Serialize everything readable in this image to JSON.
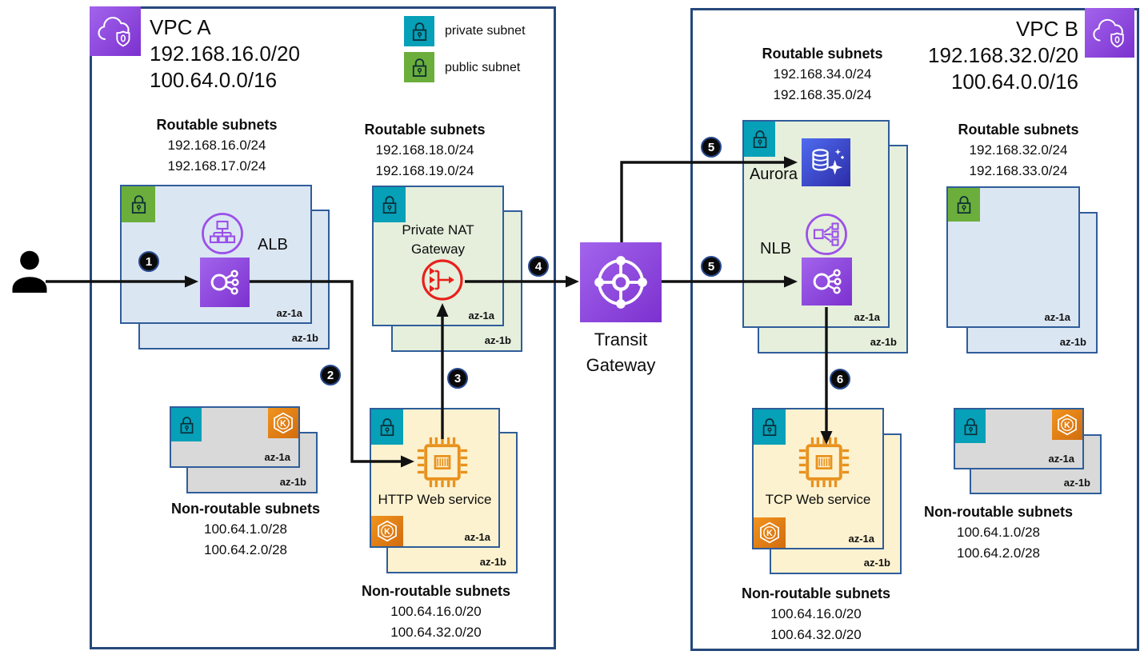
{
  "legend": {
    "private_label": "private subnet",
    "public_label": "public subnet"
  },
  "az": {
    "a": "az-1a",
    "b": "az-1b"
  },
  "steps": {
    "s1": "1",
    "s2": "2",
    "s3": "3",
    "s4": "4",
    "s5": "5",
    "s6": "6"
  },
  "vpc_a": {
    "title": "VPC A",
    "cidr1": "192.168.16.0/20",
    "cidr2": "100.64.0.0/16",
    "routable_left": {
      "heading": "Routable subnets",
      "cidr1": "192.168.16.0/24",
      "cidr2": "192.168.17.0/24"
    },
    "routable_right": {
      "heading": "Routable subnets",
      "cidr1": "192.168.18.0/24",
      "cidr2": "192.168.19.0/24"
    },
    "alb_label": "ALB",
    "nat_label_line1": "Private NAT",
    "nat_label_line2": "Gateway",
    "web_label": "HTTP Web service",
    "nonroutable_gray": {
      "heading": "Non-routable subnets",
      "cidr1": "100.64.1.0/28",
      "cidr2": "100.64.2.0/28"
    },
    "nonroutable_web": {
      "heading": "Non-routable subnets",
      "cidr1": "100.64.16.0/20",
      "cidr2": "100.64.32.0/20"
    }
  },
  "transit_gateway": {
    "label_line1": "Transit",
    "label_line2": "Gateway"
  },
  "vpc_b": {
    "title": "VPC B",
    "cidr1": "192.168.32.0/20",
    "cidr2": "100.64.0.0/16",
    "routable_services": {
      "heading": "Routable subnets",
      "cidr1": "192.168.34.0/24",
      "cidr2": "192.168.35.0/24"
    },
    "routable_empty": {
      "heading": "Routable subnets",
      "cidr1": "192.168.32.0/24",
      "cidr2": "192.168.33.0/24"
    },
    "aurora_label": "Aurora",
    "nlb_label": "NLB",
    "web_label": "TCP Web service",
    "nonroutable_web": {
      "heading": "Non-routable subnets",
      "cidr1": "100.64.16.0/20",
      "cidr2": "100.64.32.0/20"
    },
    "nonroutable_gray": {
      "heading": "Non-routable subnets",
      "cidr1": "100.64.1.0/28",
      "cidr2": "100.64.2.0/28"
    }
  },
  "colors": {
    "vpc_border": "#26487b",
    "private_subnet_teal": "#06a0b8",
    "public_subnet_green": "#6cae3b",
    "routable_blue_fill": "#dbe6f3",
    "routable_green_fill": "#e5efdc",
    "nonroutable_yellow_fill": "#fdf2cf",
    "nonroutable_gray_fill": "#d9d9d9",
    "aws_purple": "#8a46d8",
    "aurora_blue": "#3a43c9",
    "eks_orange": "#e8821c",
    "nat_red": "#e8211c",
    "chip_orange": "#e8921e"
  }
}
